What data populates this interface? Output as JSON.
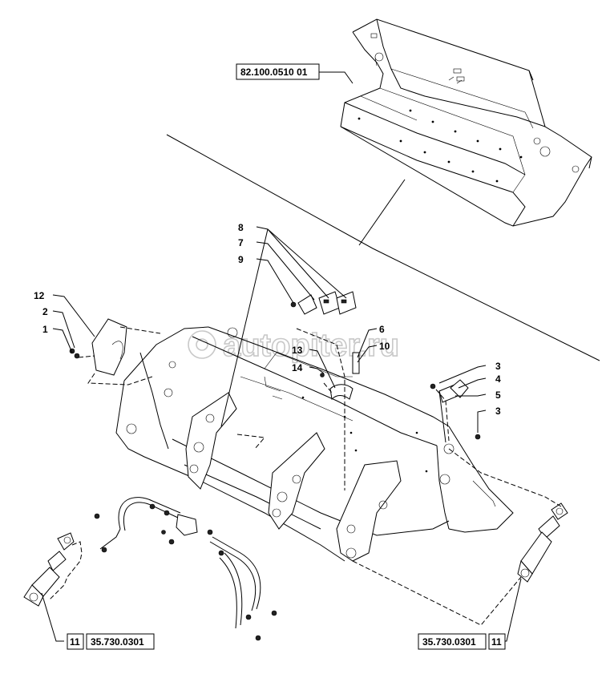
{
  "diagram": {
    "watermark": "autopiter.ru",
    "references": {
      "bucket_ref": "82.100.0510 01",
      "cyl_left_num": "11",
      "cyl_left_ref": "35.730.0301",
      "cyl_right_ref": "35.730.0301",
      "cyl_right_num": "11"
    },
    "callouts": {
      "c1": "1",
      "c2": "2",
      "c3a": "3",
      "c3b": "3",
      "c4": "4",
      "c5": "5",
      "c6": "6",
      "c7": "7",
      "c8": "8",
      "c9": "9",
      "c10": "10",
      "c12": "12",
      "c13": "13",
      "c14": "14"
    }
  }
}
